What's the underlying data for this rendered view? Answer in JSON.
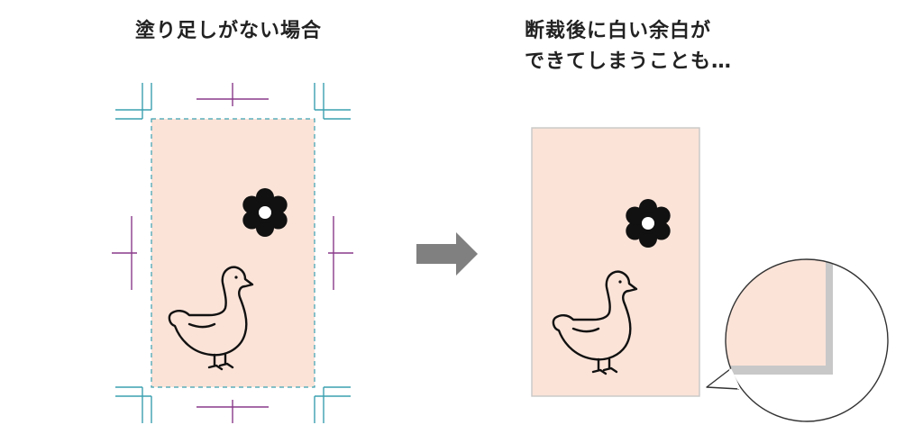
{
  "left_panel": {
    "title": "塗り足しがない場合"
  },
  "right_panel": {
    "title_line1": "断裁後に白い余白が",
    "title_line2": "できてしまうことも…"
  },
  "colors": {
    "paper_fill": "#fbe3d8",
    "crop_mark_cyan": "#3aa0b0",
    "center_mark_purple": "#8a3a8a",
    "trim_line_dashed": "#3aa0b0",
    "arrow": "#808080",
    "shadow": "#c8c8c8",
    "icon": "#111111"
  },
  "icons": {
    "flower": "flower-icon",
    "duck": "duck-icon",
    "arrow": "right-arrow-icon",
    "magnifier": "zoom-callout"
  }
}
